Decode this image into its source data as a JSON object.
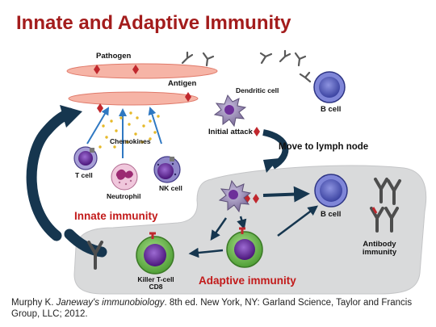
{
  "title": "Innate and Adaptive Immunity",
  "labels": {
    "pathogen": "Pathogen",
    "antigen": "Antigen",
    "dendritic_cell": "Dendritic cell",
    "b_cell_top": "B cell",
    "initial_attack": "Initial attack",
    "chemokines": "Chemokines",
    "move_to_lymph_node": "Move to lymph node",
    "t_cell": "T cell",
    "neutrophil": "Neutrophil",
    "nk_cell": "NK cell",
    "innate_immunity": "Innate immunity",
    "b_cell_lymph": "B cell",
    "antibody_line1": "Antibody",
    "antibody_line2": "immunity",
    "killer_line1": "Killer T-cell",
    "killer_line2": "CD8",
    "adaptive_immunity": "Adaptive immunity"
  },
  "citation": {
    "author": "Murphy K. ",
    "book": "Janeway's immunobiology",
    "rest": ". 8th ed. New York, NY: Garland Science, Taylor and Francis Group, LLC; 2012."
  },
  "colors": {
    "title": "#a31c1c",
    "pathogen_band": "#f6b4a6",
    "antigen_marker": "#c0272d",
    "lymph_node_bg": "#d9dadb",
    "curved_arrow": "#16364f",
    "chemokine_arrow": "#2f78c2",
    "chemokine_dot": "#e6b929",
    "b_cell_body": "#4a55b4",
    "t_cell_nucleus": "#5a1f8e",
    "killer_outline": "#5fb041",
    "dendritic_cell": "#8b7ca6",
    "antibody": "#5a5a5a",
    "label_red": "#c21a1a"
  },
  "icons": [
    "antibody-icon",
    "b-cell-icon",
    "t-cell-icon",
    "dendritic-cell-icon",
    "neutrophil-icon",
    "nk-cell-icon",
    "killer-t-cell-icon",
    "antigen-marker-icon",
    "chemokine-dot-icon"
  ]
}
